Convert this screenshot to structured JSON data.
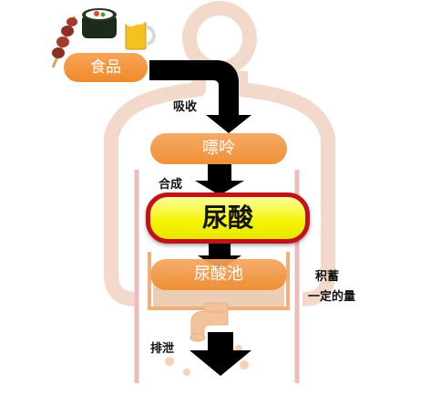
{
  "labels": {
    "food": "食品",
    "absorption": "吸收",
    "purine": "嘌呤",
    "synthesis": "合成",
    "uric_acid": "尿酸",
    "uric_acid_pool": "尿酸池",
    "accumulation_line1": "积蓄",
    "accumulation_line2": "一定的量",
    "excretion": "排泄"
  },
  "colors": {
    "body_outline": "#f3d9cb",
    "pill_orange": "#f08a2c",
    "uric_fill": "#f4f400",
    "uric_border": "#c1121c",
    "arrow": "#000000",
    "pool_fill": "#e9c9a8",
    "pink_lines": "#efb9b9"
  },
  "icons": [
    "yakitori-skewer-icon",
    "sushi-roll-icon",
    "beer-mug-icon",
    "faucet-icon"
  ]
}
